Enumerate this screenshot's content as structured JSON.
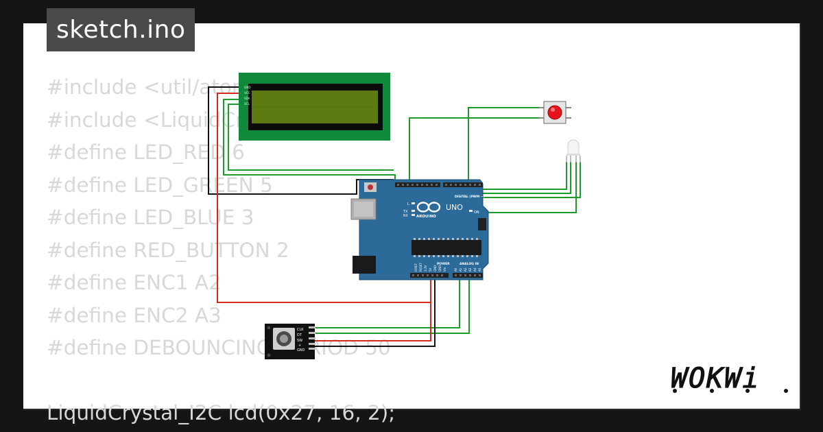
{
  "window": {
    "title": "sketch.ino"
  },
  "code_lines": [
    "#include <util/atomic.h>",
    "#include <LiquidCrystal_I2C.h>",
    "#define LED_RED 6",
    "#define LED_GREEN 5",
    "#define LED_BLUE 3",
    "#define RED_BUTTON 2",
    "#define ENC1 A2",
    "#define ENC2 A3",
    "#define DEBOUNCING_PERIOD 50",
    "",
    "LiquidCrystal_I2C lcd(0x27, 16, 2);"
  ],
  "lcd": {
    "pins": [
      "GND",
      "VCC",
      "SDA",
      "SCL"
    ]
  },
  "arduino": {
    "brand": "ARDUINO",
    "model": "UNO",
    "digital_header": "DIGITAL (PWM ~)",
    "power_header": "POWER",
    "analog_header": "ANALOG IN",
    "tx_label": "TX",
    "rx_label": "RX",
    "on_label": "ON",
    "l_label": "L",
    "power_pins": [
      "IOREF",
      "RESET",
      "3.3V",
      "5V",
      "GND",
      "GND",
      "Vin"
    ],
    "analog_pins": [
      "A0",
      "A1",
      "A2",
      "A3",
      "A4",
      "A5"
    ]
  },
  "encoder": {
    "pins": [
      "CLK",
      "DT",
      "SW",
      "+",
      "GND"
    ]
  },
  "brand": {
    "logo_text": "WOKWi"
  },
  "colors": {
    "background": "#151515",
    "frame": "#ffffff",
    "code_text": "#d8d8d8",
    "board": "#2b6a99",
    "lcd_pcb": "#0f8a3c",
    "lcd_screen": "#5e7a12",
    "wire_red": "#d42a1e",
    "wire_green": "#1e9a2a",
    "wire_black": "#111111",
    "button": "#e8121a"
  }
}
